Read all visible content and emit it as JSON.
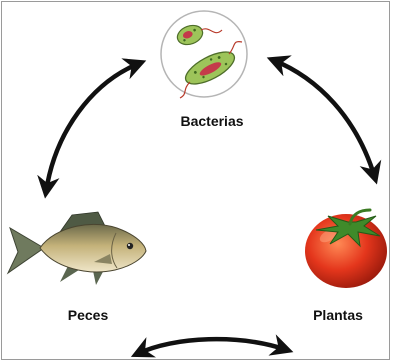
{
  "nodes": {
    "bacteria": {
      "label": "Bacterias",
      "icon": "bacteria-icon"
    },
    "fish": {
      "label": "Peces",
      "icon": "fish-icon"
    },
    "plant": {
      "label": "Plantas",
      "icon": "tomato-icon"
    }
  },
  "connections": [
    {
      "from": "bacteria",
      "to": "plant",
      "direction": "both"
    },
    {
      "from": "bacteria",
      "to": "fish",
      "direction": "both"
    },
    {
      "from": "fish",
      "to": "plant",
      "direction": "both"
    }
  ],
  "colors": {
    "arrow": "#111111",
    "bacteria_body": "#9dc45a",
    "fish_body": "#b8a468",
    "tomato": "#e0341c",
    "leaf": "#3f8a2a"
  }
}
